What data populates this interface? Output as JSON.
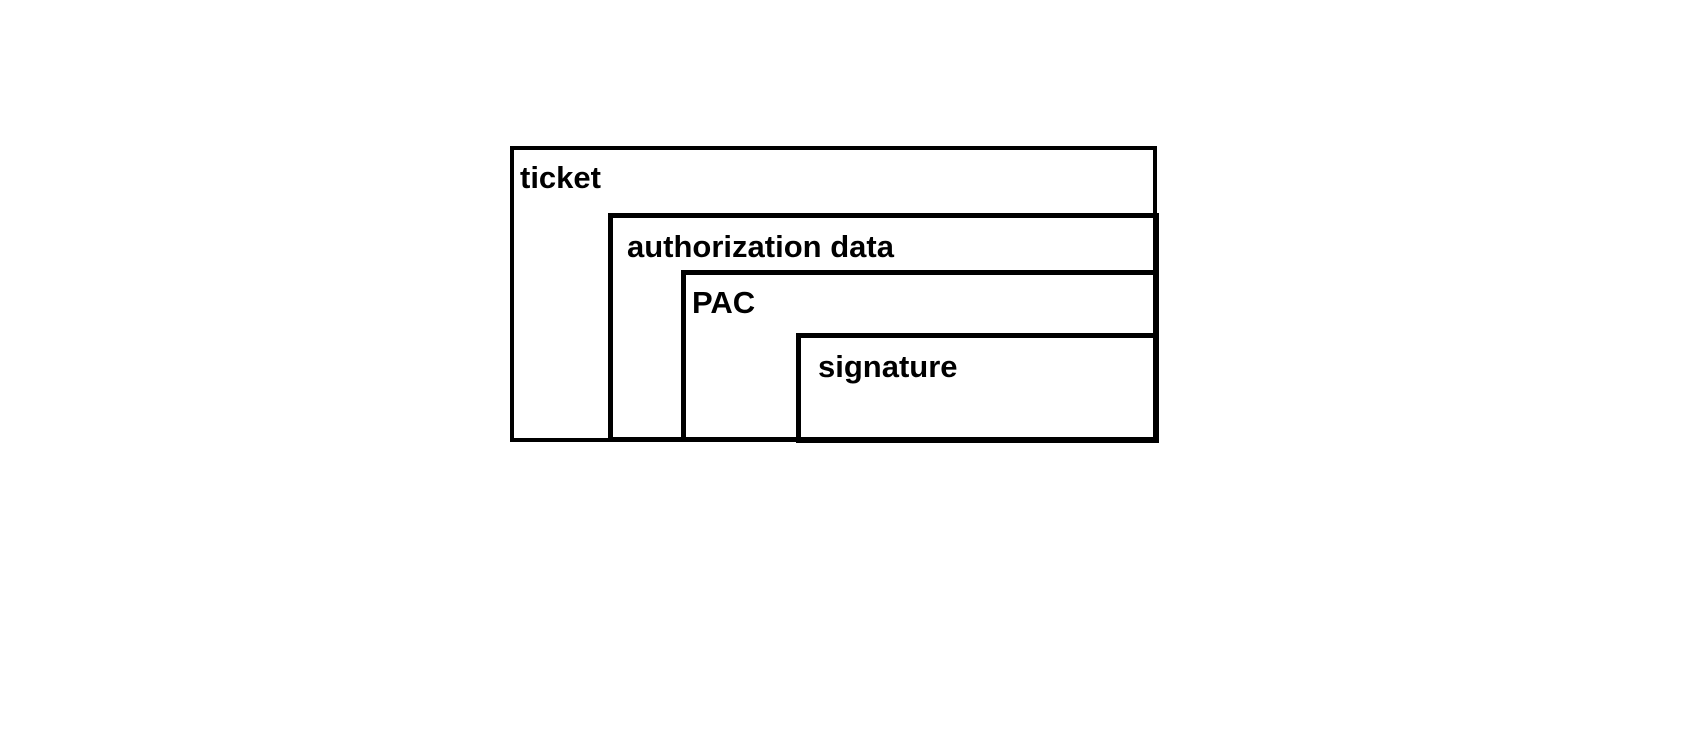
{
  "page": {
    "background_color": "#ffffff"
  },
  "diagram": {
    "type": "nested-boxes",
    "border_color": "#000000",
    "text_color": "#000000",
    "boxes": [
      {
        "id": "ticket",
        "label": "ticket",
        "level": 0
      },
      {
        "id": "authorization-data",
        "label": "authorization data",
        "level": 1
      },
      {
        "id": "pac",
        "label": "PAC",
        "level": 2
      },
      {
        "id": "signature",
        "label": "signature",
        "level": 3
      }
    ]
  }
}
